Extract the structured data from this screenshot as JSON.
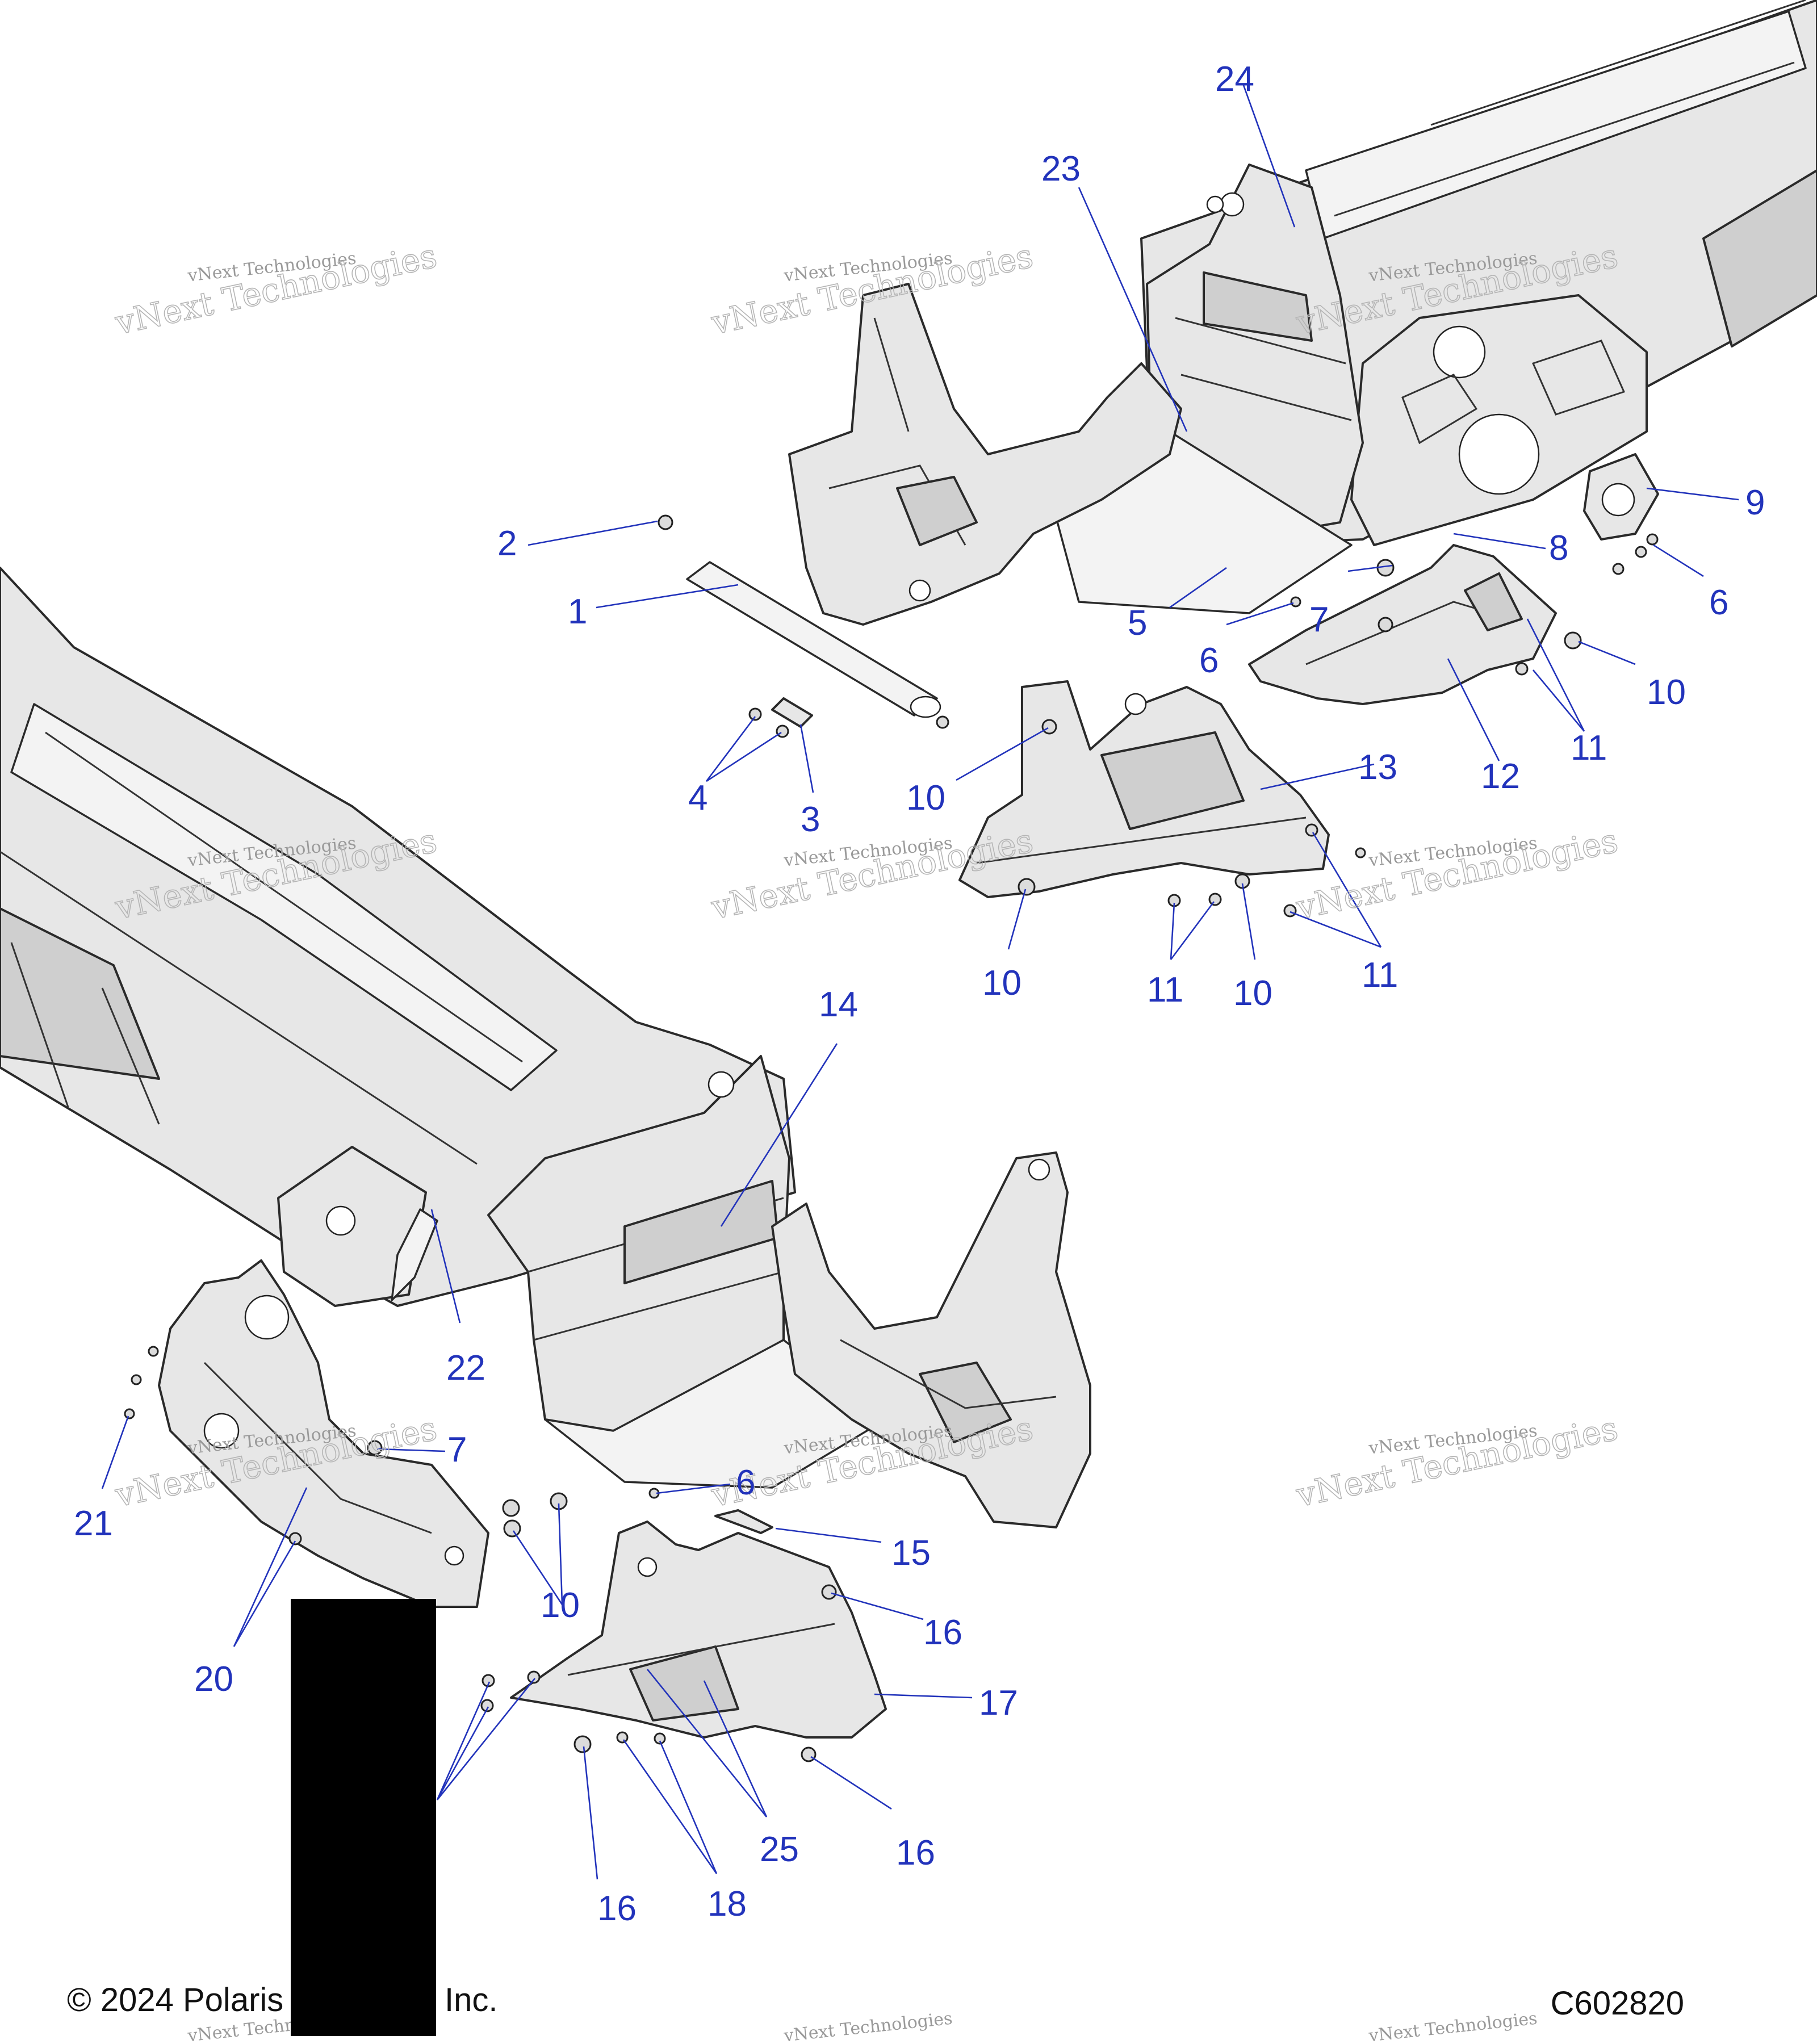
{
  "diagram": {
    "callouts": [
      {
        "id": "c24",
        "label": "24"
      },
      {
        "id": "c23",
        "label": "23"
      },
      {
        "id": "c2",
        "label": "2"
      },
      {
        "id": "c1",
        "label": "1"
      },
      {
        "id": "c9",
        "label": "9"
      },
      {
        "id": "c8",
        "label": "8"
      },
      {
        "id": "c6a",
        "label": "6"
      },
      {
        "id": "c5",
        "label": "5"
      },
      {
        "id": "c7a",
        "label": "7"
      },
      {
        "id": "c6b",
        "label": "6"
      },
      {
        "id": "c10a",
        "label": "10"
      },
      {
        "id": "c11a",
        "label": "11"
      },
      {
        "id": "c12",
        "label": "12"
      },
      {
        "id": "c13",
        "label": "13"
      },
      {
        "id": "c10b",
        "label": "10"
      },
      {
        "id": "c4",
        "label": "4"
      },
      {
        "id": "c3",
        "label": "3"
      },
      {
        "id": "c10c",
        "label": "10"
      },
      {
        "id": "c11b",
        "label": "11"
      },
      {
        "id": "c10d",
        "label": "10"
      },
      {
        "id": "c11c",
        "label": "11"
      },
      {
        "id": "c14",
        "label": "14"
      },
      {
        "id": "c22",
        "label": "22"
      },
      {
        "id": "c7b",
        "label": "7"
      },
      {
        "id": "c21",
        "label": "21"
      },
      {
        "id": "c6c",
        "label": "6"
      },
      {
        "id": "c15",
        "label": "15"
      },
      {
        "id": "c10e",
        "label": "10"
      },
      {
        "id": "c16a",
        "label": "16"
      },
      {
        "id": "c20",
        "label": "20"
      },
      {
        "id": "c17",
        "label": "17"
      },
      {
        "id": "c25",
        "label": "25"
      },
      {
        "id": "c16b",
        "label": "16"
      },
      {
        "id": "c16c",
        "label": "16"
      },
      {
        "id": "c18",
        "label": "18"
      }
    ]
  },
  "watermark": {
    "line1": "vNext Technologies",
    "line2": "vNext Technologies"
  },
  "footer": {
    "copyright": "© 2024 Polaris Industries Inc.",
    "code": "C602820"
  },
  "colors": {
    "callout": "#2233bb",
    "redaction": "#000000",
    "ink": "#2a2a2a"
  }
}
